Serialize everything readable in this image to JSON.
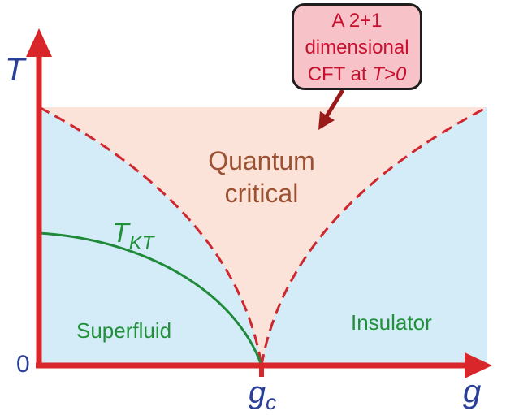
{
  "axes": {
    "x_label": "g",
    "y_label": "T",
    "origin_label": "0",
    "critical_point": {
      "base": "g",
      "subscript": "c"
    }
  },
  "regions": {
    "quantum_critical": [
      "Quantum",
      "critical"
    ],
    "superfluid": "Superfluid",
    "insulator": "Insulator"
  },
  "curve_label": {
    "base": "T",
    "subscript": "KT"
  },
  "callout": {
    "line1": "A 2+1",
    "line2": "dimensional",
    "line3_prefix": "CFT at ",
    "line3_var": "T>0"
  },
  "colors": {
    "axis": "#d8262b",
    "crossover": "#d0262e",
    "kt_curve": "#1f8a3a",
    "critical_fill": "#fce3da",
    "ordered_fill": "#d3ecf8",
    "callout_fill": "#f7c3c9",
    "label_blue": "#2a3f99",
    "label_green": "#22903a",
    "qc_text": "#9c5232"
  }
}
